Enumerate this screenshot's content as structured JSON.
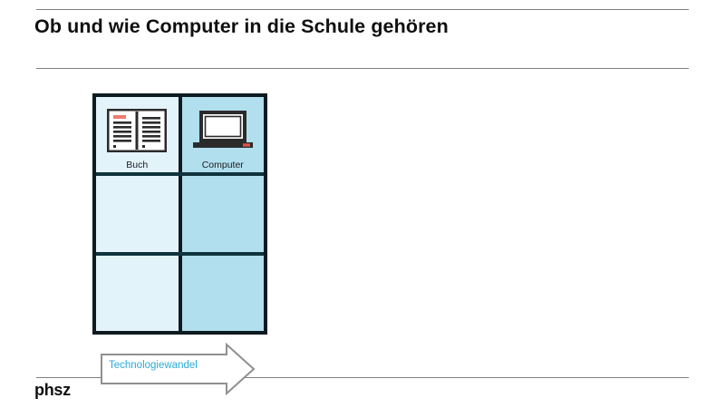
{
  "slide": {
    "title": "Ob und wie Computer in die Schule gehören",
    "logo": "phsz"
  },
  "matrix": {
    "columns": [
      {
        "key": "buch",
        "label": "Buch",
        "icon": "open-book-icon",
        "color": "#e2f3fa"
      },
      {
        "key": "computer",
        "label": "Computer",
        "icon": "laptop-icon",
        "color": "#b1dfee"
      }
    ],
    "rows": [
      {
        "index": 1,
        "cells": [
          {
            "column": "buch",
            "label": "Buch",
            "icon": "open-book-icon",
            "text": ""
          },
          {
            "column": "computer",
            "label": "Computer",
            "icon": "laptop-icon",
            "text": ""
          }
        ]
      },
      {
        "index": 2,
        "cells": [
          {
            "column": "buch",
            "label": "",
            "icon": "",
            "text": ""
          },
          {
            "column": "computer",
            "label": "",
            "icon": "",
            "text": ""
          }
        ]
      },
      {
        "index": 3,
        "cells": [
          {
            "column": "buch",
            "label": "",
            "icon": "",
            "text": ""
          },
          {
            "column": "computer",
            "label": "",
            "icon": "",
            "text": ""
          }
        ]
      }
    ],
    "border_color": "#0d1b20"
  },
  "arrow": {
    "label": "Technologiewandel",
    "label_color": "#29abd6",
    "outline_color": "#909090",
    "direction": "right"
  },
  "icons": {
    "open_book": {
      "name": "open-book-icon",
      "accent_color": "#ee7b6e",
      "line_color": "#2b2b2b",
      "frame_color": "#2b2b2b"
    },
    "laptop": {
      "name": "laptop-icon",
      "bezel_color": "#2b2b2b",
      "screen_color": "#ffffff",
      "indicator_color": "#e0534a"
    }
  }
}
